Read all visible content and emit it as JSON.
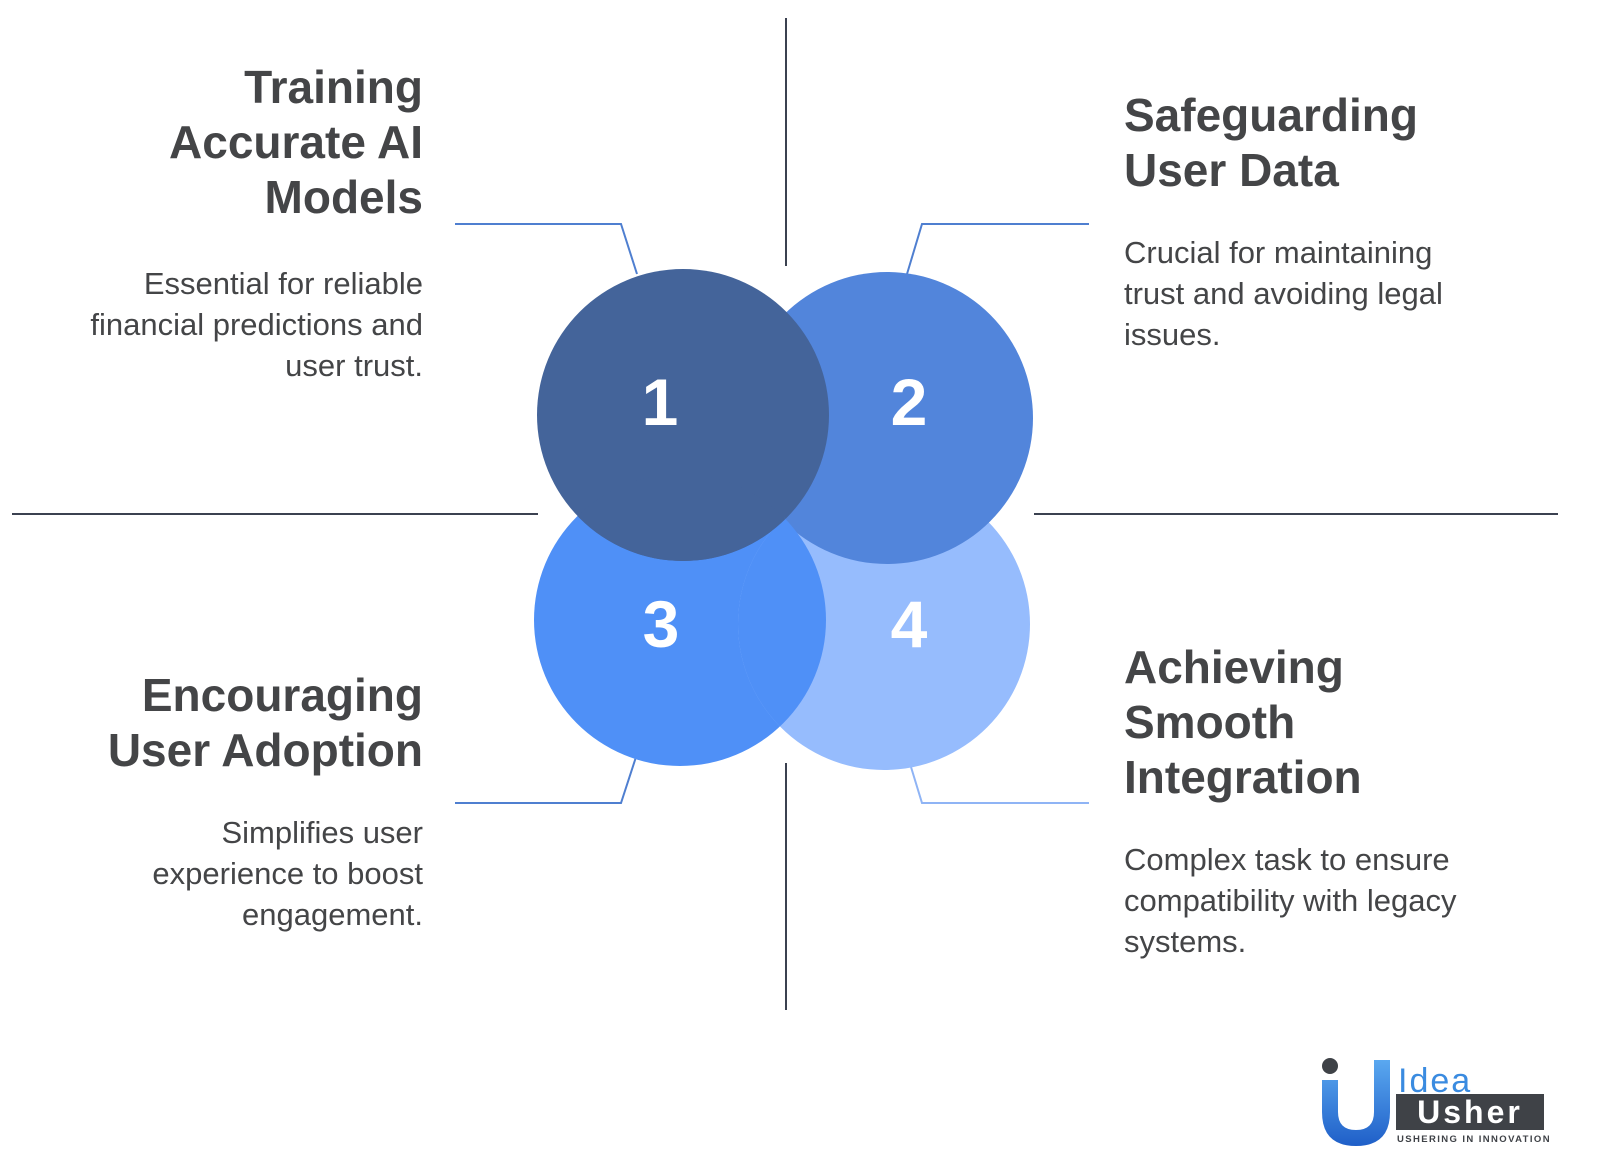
{
  "items": [
    {
      "number": "1",
      "title_lines": [
        "Training",
        "Accurate AI",
        "Models"
      ],
      "description_lines": [
        "Essential for reliable",
        "financial predictions and",
        "user trust."
      ],
      "color": "#44649a"
    },
    {
      "number": "2",
      "title_lines": [
        "Safeguarding",
        "User Data"
      ],
      "description_lines": [
        "Crucial for maintaining",
        "trust and avoiding legal",
        "issues."
      ],
      "color": "#5285db"
    },
    {
      "number": "3",
      "title_lines": [
        "Encouraging",
        "User Adoption"
      ],
      "description_lines": [
        "Simplifies user",
        "experience to boost",
        "engagement."
      ],
      "color": "#4f90f7"
    },
    {
      "number": "4",
      "title_lines": [
        "Achieving",
        "Smooth",
        "Integration"
      ],
      "description_lines": [
        "Complex task to ensure",
        "compatibility with legacy",
        "systems."
      ],
      "color": "#96bcfd"
    }
  ],
  "colors": {
    "text": "#444547",
    "axis_line": "#3b4150",
    "connector_line": "#4f7fd0",
    "connector_line_light": "#8fb4f5"
  },
  "logo": {
    "top_word": "Idea",
    "main_word": "Usher",
    "tagline": "USHERING IN INNOVATION"
  }
}
